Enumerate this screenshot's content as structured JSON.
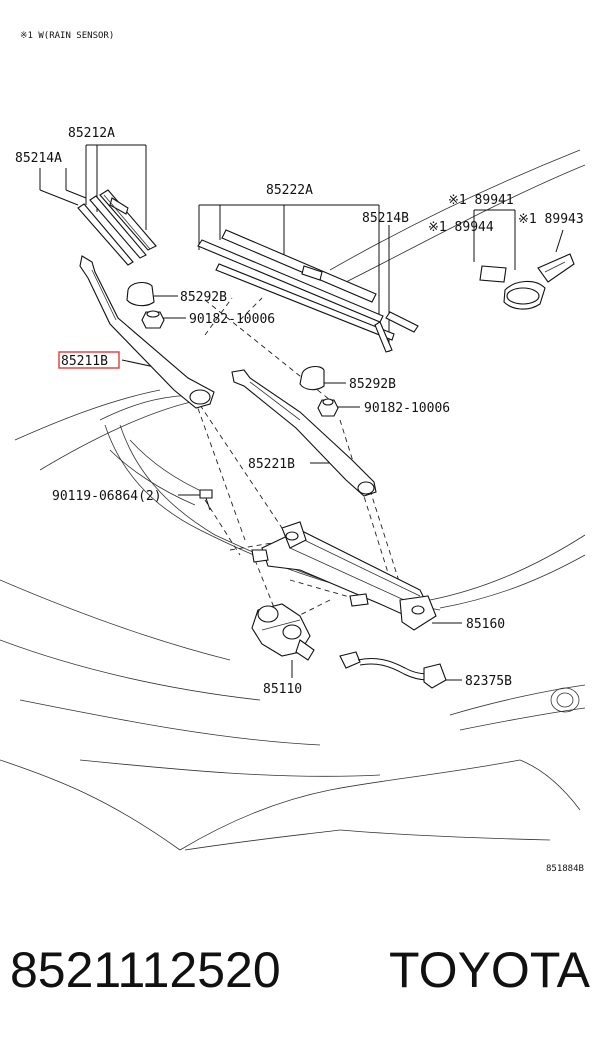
{
  "diagram": {
    "note": "※1 W(RAIN SENSOR)",
    "ref_code": "851884B",
    "highlight_color": "#e53935",
    "labels": {
      "p85212A": "85212A",
      "p85214A": "85214A",
      "p85222A": "85222A",
      "p85214B": "85214B",
      "p89941": "※1 89941",
      "p89944": "※1 89944",
      "p89943": "※1 89943",
      "p85292B_1": "85292B",
      "p90182_1": "90182-10006",
      "p85211B": "85211B",
      "p85292B_2": "85292B",
      "p90182_2": "90182-10006",
      "p85221B": "85221B",
      "p90119": "90119-06864(2)",
      "p85160": "85160",
      "p85110": "85110",
      "p82375B": "82375B"
    }
  },
  "footer": {
    "part_number": "8521112520",
    "brand": "TOYOTA"
  }
}
